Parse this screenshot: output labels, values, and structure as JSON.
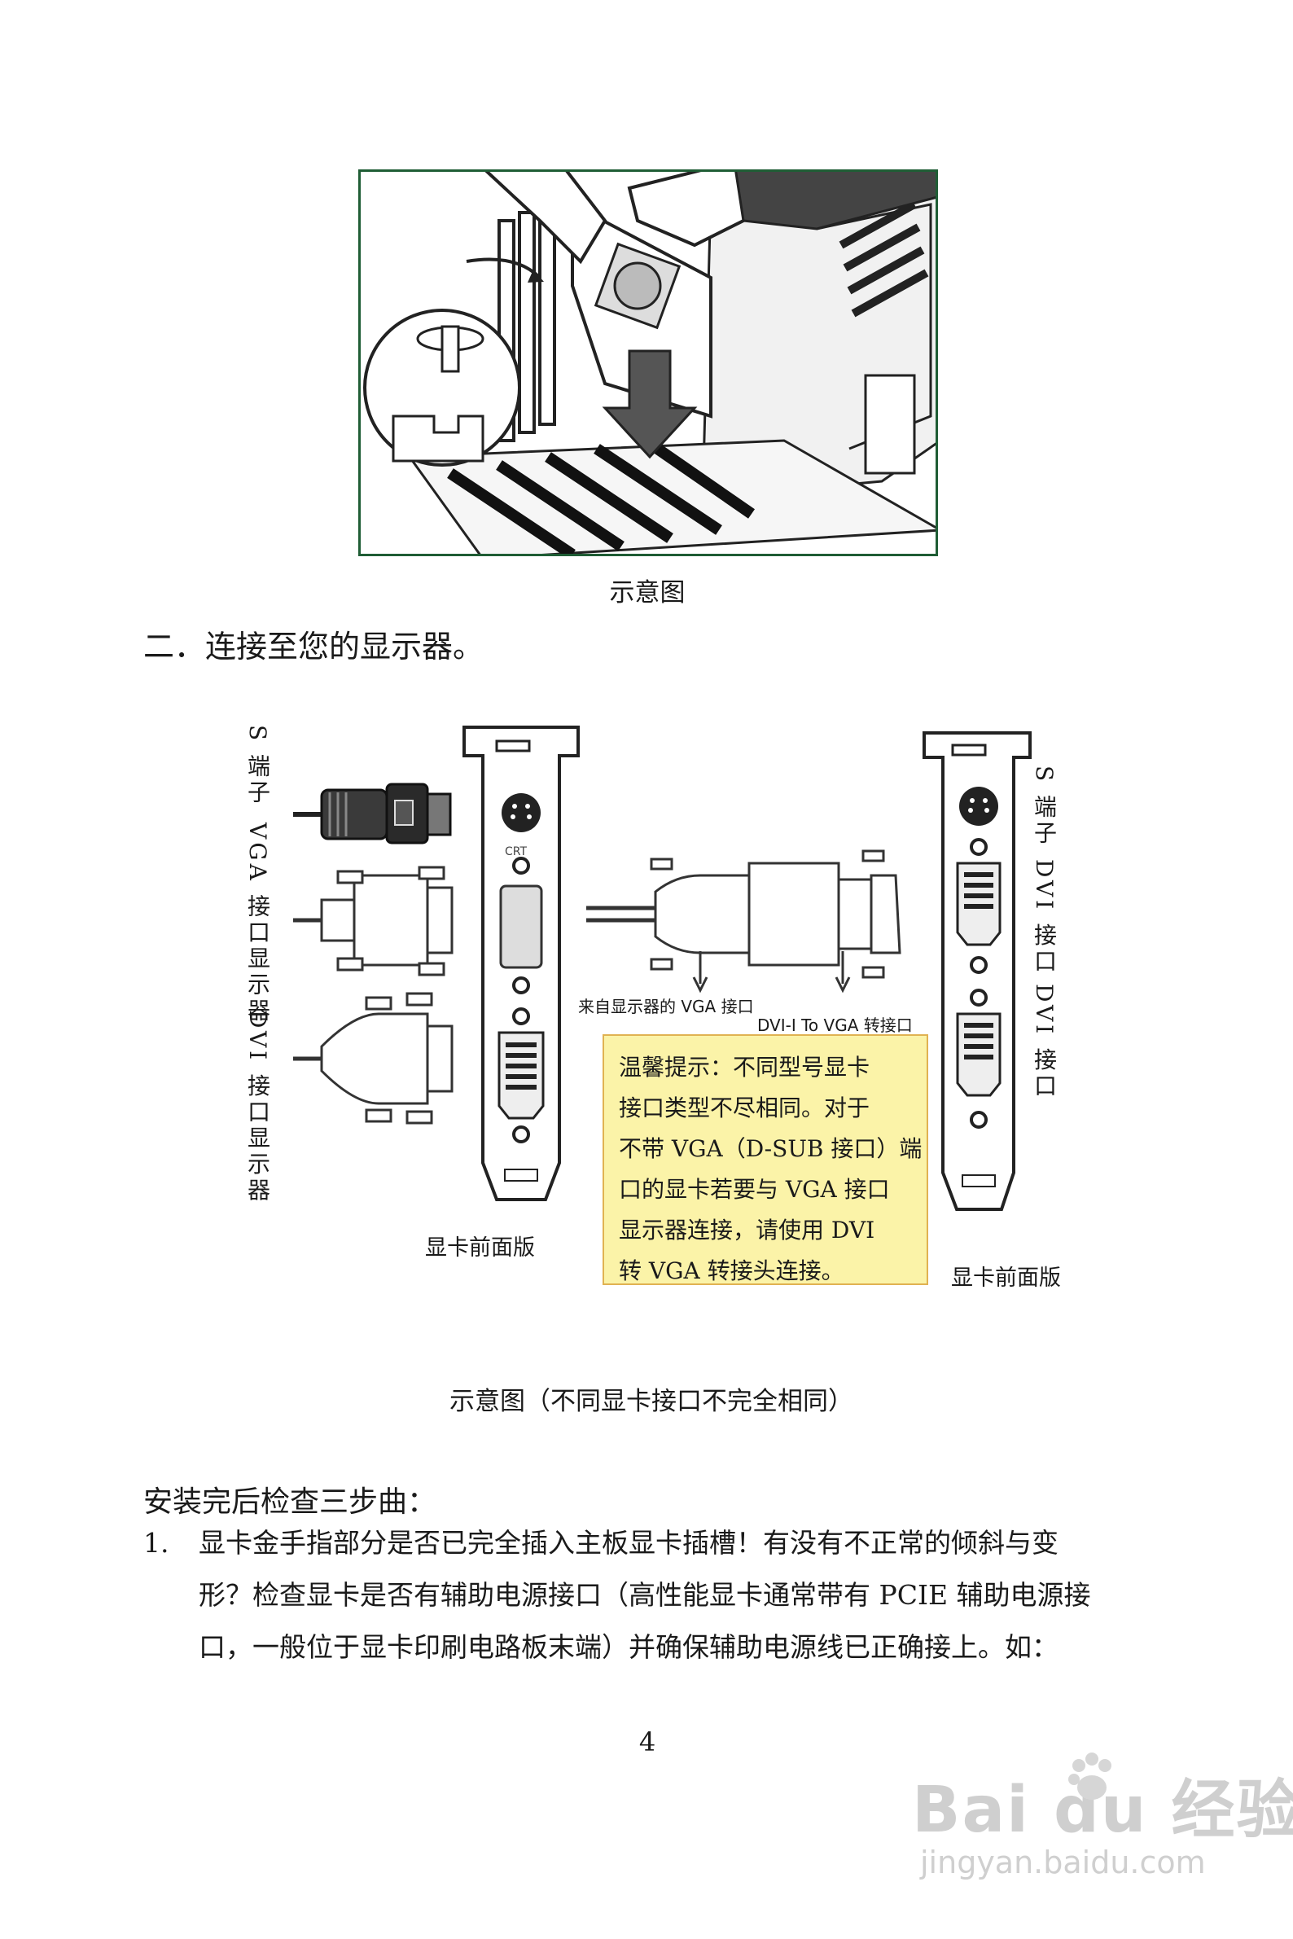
{
  "figure1": {
    "caption": "示意图"
  },
  "section2": {
    "heading": "二．连接至您的显示器。"
  },
  "figure2": {
    "left_labels": {
      "s_terminal": "S 端子",
      "vga_monitor": "VGA 接口显示器",
      "dvi_monitor": "DVI 接口显示器"
    },
    "left_bracket_label": "显卡前面版",
    "crt_label": "CRT",
    "adapter_labels": {
      "vga_from_monitor": "来自显示器的 VGA 接口",
      "dvi_to_vga": "DVI-I To VGA 转接口"
    },
    "tip_lines": [
      "温馨提示：不同型号显卡",
      "接口类型不尽相同。对于",
      "不带 VGA（D-SUB 接口）端",
      "口的显卡若要与 VGA 接口",
      "显示器连接，请使用 DVI",
      "转 VGA 转接头连接。"
    ],
    "right_labels": {
      "s_terminal": "S 端子",
      "dvi1": "DVI 接口",
      "dvi2": "DVI 接口"
    },
    "right_bracket_label": "显卡前面版",
    "caption": "示意图（不同显卡接口不完全相同）"
  },
  "checklist": {
    "heading": "安装完后检查三步曲：",
    "item1_number": "1.",
    "item1_lines": [
      "显卡金手指部分是否已完全插入主板显卡插槽！有没有不正常的倾斜与变",
      "形？检查显卡是否有辅助电源接口（高性能显卡通常带有 PCIE 辅助电源接",
      "口，一般位于显卡印刷电路板末端）并确保辅助电源线已正确接上。如："
    ]
  },
  "page_number": "4",
  "watermark": {
    "brand": "Bai du 经验",
    "url": "jingyan.baidu.com"
  }
}
